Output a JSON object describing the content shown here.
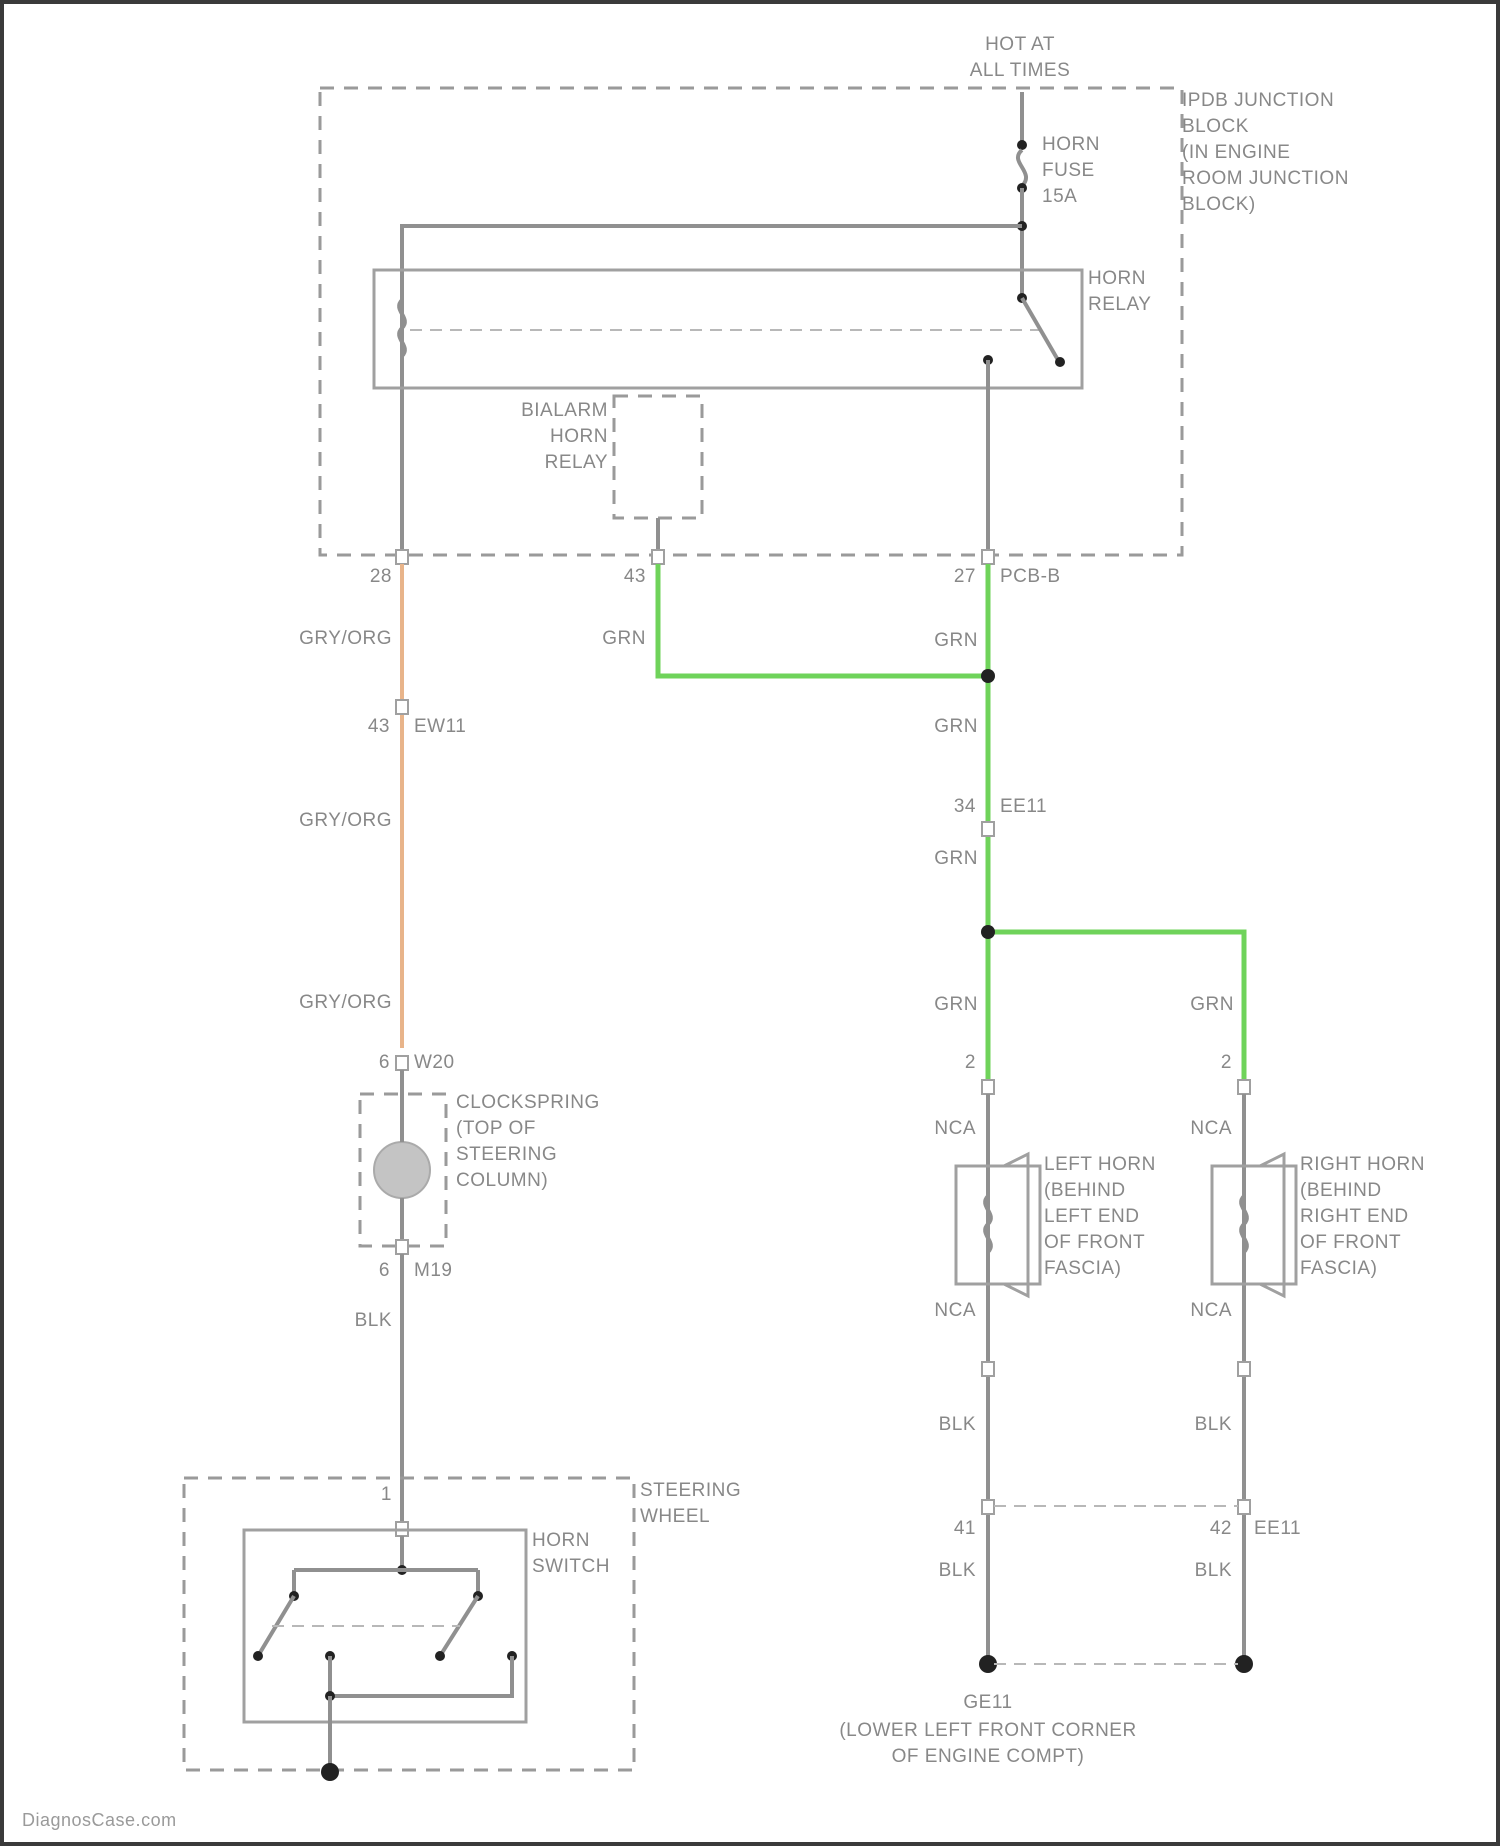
{
  "colors": {
    "wire_gray": "#909090",
    "wire_orange": "#e8b48a",
    "wire_green": "#6fd35a",
    "splice": "#222222",
    "text": "#888888"
  },
  "power": {
    "label_line1": "HOT AT",
    "label_line2": "ALL TIMES"
  },
  "ipdb": {
    "name_line1": "IPDB JUNCTION",
    "name_line2": "BLOCK",
    "name_line3": "(IN ENGINE",
    "name_line4": "ROOM JUNCTION",
    "name_line5": "BLOCK)"
  },
  "fuse": {
    "line1": "HORN",
    "line2": "FUSE",
    "line3": "15A"
  },
  "horn_relay": {
    "line1": "HORN",
    "line2": "RELAY"
  },
  "bialarm_relay": {
    "line1": "BIALARM",
    "line2": "HORN",
    "line3": "RELAY"
  },
  "pins": {
    "ipdb_left": "28",
    "ipdb_mid": "43",
    "ipdb_right": "27",
    "ipdb_connector": "PCB-B",
    "e_pin": "43",
    "e_conn": "EW11",
    "w_pin": "6",
    "w_conn": "W20",
    "m_pin": "6",
    "m_conn": "M19",
    "ee_pin": "34",
    "ee_conn": "EE11",
    "lh_pin": "2",
    "rh_pin": "2",
    "gnd_left_pin": "41",
    "gnd_right_pin": "42",
    "gnd_conn": "EE11",
    "sw_pin": "1"
  },
  "wires": {
    "gry_org_1": "GRY/ORG",
    "gry_org_2": "GRY/ORG",
    "gry_org_3": "GRY/ORG",
    "grn_mid": "GRN",
    "grn_right_1": "GRN",
    "grn_right_2": "GRN",
    "grn_right_3": "GRN",
    "grn_lh": "GRN",
    "grn_rh": "GRN",
    "nca_lh_top": "NCA",
    "nca_lh_bot": "NCA",
    "nca_rh_top": "NCA",
    "nca_rh_bot": "NCA",
    "blk_sw": "BLK",
    "blk_lh_1": "BLK",
    "blk_lh_2": "BLK",
    "blk_rh_1": "BLK",
    "blk_rh_2": "BLK"
  },
  "clockspring": {
    "line1": "CLOCKSPRING",
    "line2": "(TOP OF",
    "line3": "STEERING",
    "line4": "COLUMN)"
  },
  "left_horn": {
    "line1": "LEFT HORN",
    "line2": "(BEHIND",
    "line3": "LEFT END",
    "line4": "OF FRONT",
    "line5": "FASCIA)"
  },
  "right_horn": {
    "line1": "RIGHT HORN",
    "line2": "(BEHIND",
    "line3": "RIGHT END",
    "line4": "OF FRONT",
    "line5": "FASCIA)"
  },
  "steering_wheel": {
    "line1": "STEERING",
    "line2": "WHEEL"
  },
  "horn_switch": {
    "line1": "HORN",
    "line2": "SWITCH"
  },
  "ground": {
    "id": "GE11",
    "line2": "(LOWER LEFT FRONT CORNER",
    "line3": "OF ENGINE COMPT)"
  },
  "watermark": "DiagnosCase.com"
}
